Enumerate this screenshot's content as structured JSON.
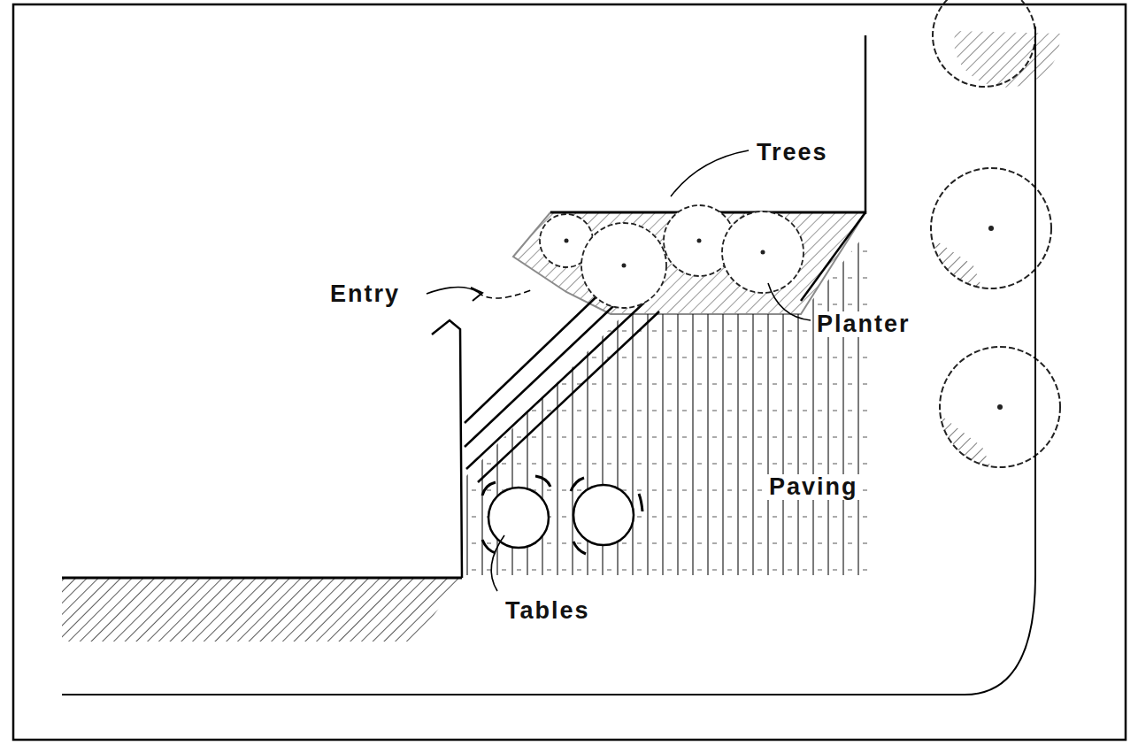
{
  "diagram": {
    "labels": [
      "Trees",
      "Entry",
      "Planter",
      "Paving",
      "Tables"
    ]
  }
}
